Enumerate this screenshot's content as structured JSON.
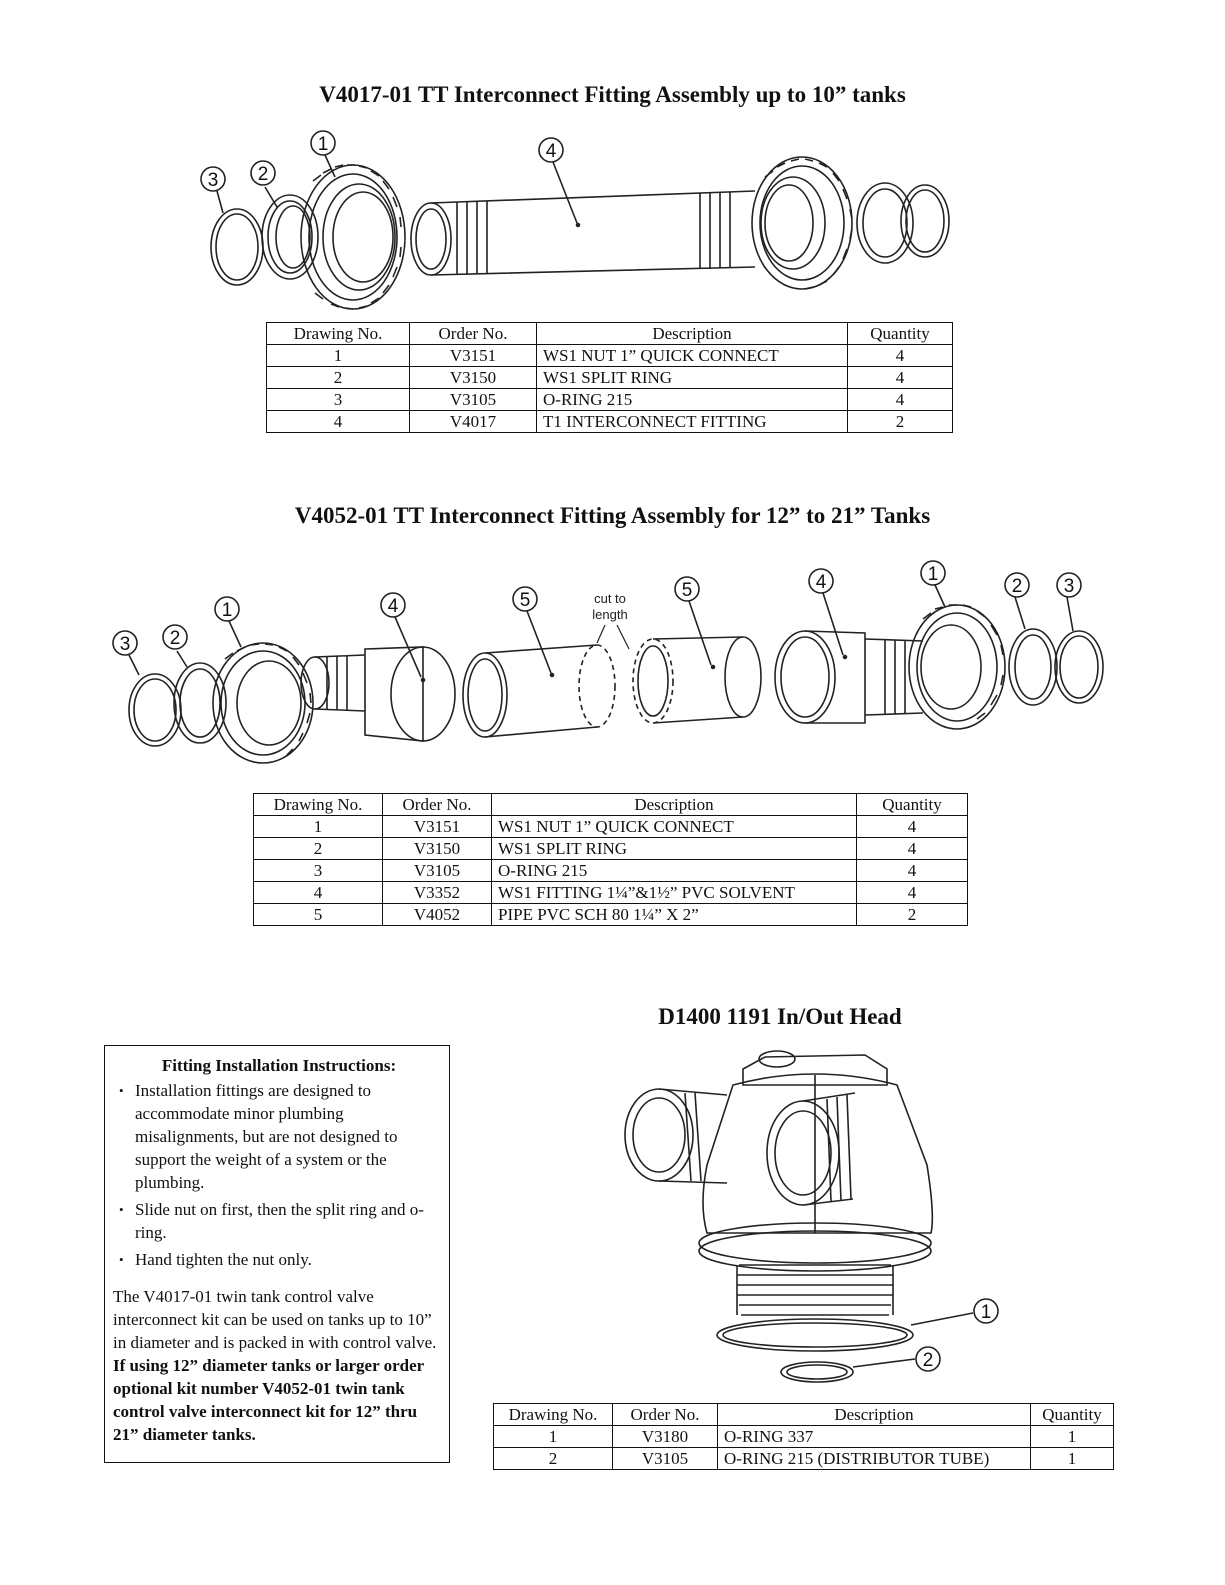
{
  "section1": {
    "title": "V4017-01 TT Interconnect Fitting Assembly up to 10” tanks",
    "callouts": [
      "1",
      "2",
      "3",
      "4"
    ],
    "table": {
      "headers": [
        "Drawing No.",
        "Order No.",
        "Description",
        "Quantity"
      ],
      "rows": [
        [
          "1",
          "V3151",
          "WS1 NUT 1” QUICK CONNECT",
          "4"
        ],
        [
          "2",
          "V3150",
          "WS1 SPLIT RING",
          "4"
        ],
        [
          "3",
          "V3105",
          "O-RING 215",
          "4"
        ],
        [
          "4",
          "V4017",
          " T1 INTERCONNECT FITTING",
          "2"
        ]
      ]
    }
  },
  "section2": {
    "title": "V4052-01 TT Interconnect Fitting Assembly for 12” to 21” Tanks",
    "callouts": [
      "1",
      "2",
      "3",
      "4",
      "5"
    ],
    "note_line1": "cut to",
    "note_line2": "length",
    "table": {
      "headers": [
        "Drawing No.",
        "Order No.",
        "Description",
        "Quantity"
      ],
      "rows": [
        [
          "1",
          "V3151",
          "WS1 NUT 1” QUICK CONNECT",
          "4"
        ],
        [
          "2",
          "V3150",
          "WS1 SPLIT RING",
          "4"
        ],
        [
          "3",
          "V3105",
          "O-RING 215",
          "4"
        ],
        [
          "4",
          "V3352",
          "WS1 FITTING 1¼”&1½” PVC SOLVENT",
          "4"
        ],
        [
          "5",
          "V4052",
          "PIPE PVC SCH 80 1¼” X 2”",
          "2"
        ]
      ]
    }
  },
  "section3": {
    "title": "D1400 1191 In/Out Head",
    "callouts": [
      "1",
      "2"
    ],
    "table": {
      "headers": [
        "Drawing No.",
        "Order No.",
        "Description",
        "Quantity"
      ],
      "rows": [
        [
          "1",
          "V3180",
          "O-RING 337",
          "1"
        ],
        [
          "2",
          "V3105",
          "O-RING 215 (DISTRIBUTOR TUBE)",
          "1"
        ]
      ]
    }
  },
  "instructions": {
    "title": "Fitting Installation Instructions:",
    "bullets": [
      "Installation fittings are designed to accommodate minor plumbing misalignments, but are not designed to support the weight of a system or the plumbing.",
      "Slide nut on first, then the split ring and o-ring.",
      "Hand tighten the nut only."
    ],
    "para_regular": "The V4017-01 twin tank control valve interconnect kit can be used on tanks up to 10” in diameter and is packed in with control valve.",
    "para_bold": " If using 12” diameter tanks or larger order optional kit number V4052-01 twin tank control valve interconnect kit for 12” thru 21” diameter tanks."
  }
}
